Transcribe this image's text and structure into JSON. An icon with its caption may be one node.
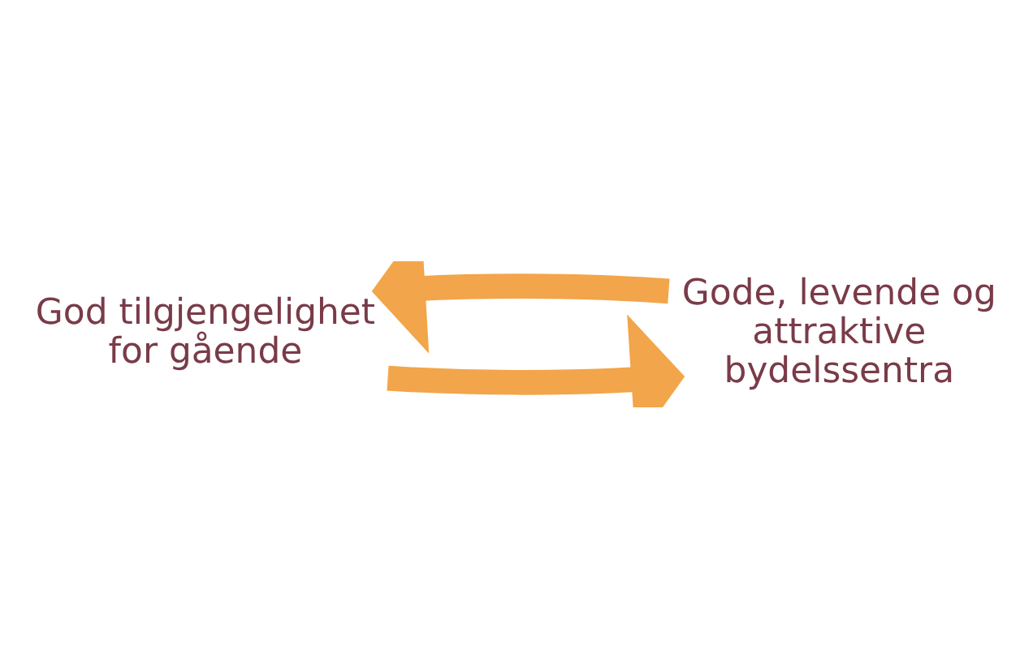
{
  "diagram": {
    "nodes": [
      {
        "text": [
          "God tilgjengelighet for gående"
        ]
      },
      {
        "text": [
          "Gode, levende og attraktive bydelssentra"
        ]
      }
    ],
    "edges": [
      {
        "from": 0,
        "to": 1,
        "arrow": "to"
      },
      {
        "from": 1,
        "to": 0,
        "arrow": "to"
      }
    ]
  }
}
